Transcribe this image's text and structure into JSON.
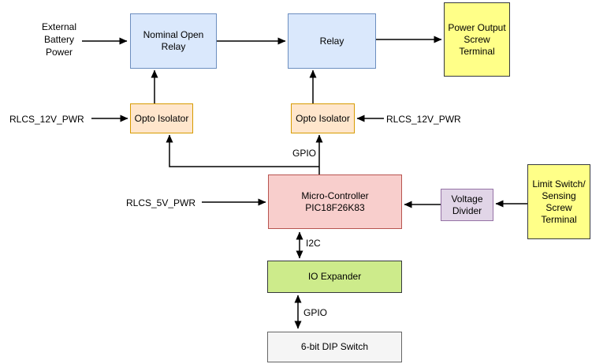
{
  "diagram": {
    "nodes": {
      "nominal_open_relay": {
        "lines": [
          "Nominal Open",
          "Relay"
        ],
        "fill": "#dae8fc",
        "stroke": "#6c8ebf"
      },
      "relay": {
        "lines": [
          "Relay"
        ],
        "fill": "#dae8fc",
        "stroke": "#6c8ebf"
      },
      "power_output_terminal": {
        "lines": [
          "Power Output",
          "Screw",
          "Terminal"
        ],
        "fill": "#ffff88",
        "stroke": "#36393d"
      },
      "opto_isolator_1": {
        "lines": [
          "Opto Isolator"
        ],
        "fill": "#ffe6cc",
        "stroke": "#d79b00"
      },
      "opto_isolator_2": {
        "lines": [
          "Opto Isolator"
        ],
        "fill": "#ffe6cc",
        "stroke": "#d79b00"
      },
      "micro_controller": {
        "lines": [
          "Micro-Controller",
          "PIC18F26K83"
        ],
        "fill": "#f8cecc",
        "stroke": "#b85450"
      },
      "voltage_divider": {
        "lines": [
          "Voltage",
          "Divider"
        ],
        "fill": "#e1d5e7",
        "stroke": "#9673a6"
      },
      "limit_switch_terminal": {
        "lines": [
          "Limit Switch/",
          "Sensing",
          "Screw",
          "Terminal"
        ],
        "fill": "#ffff88",
        "stroke": "#36393d"
      },
      "io_expander": {
        "lines": [
          "IO Expander"
        ],
        "fill": "#cdeb8b",
        "stroke": "#36393d"
      },
      "dip_switch": {
        "lines": [
          "6-bit DIP Switch"
        ],
        "fill": "#f5f5f5",
        "stroke": "#666666"
      }
    },
    "wire_labels": {
      "external_battery_power": {
        "lines": [
          "External",
          "Battery",
          "Power"
        ]
      },
      "rlcs_12v_left": "RLCS_12V_PWR",
      "rlcs_12v_right": "RLCS_12V_PWR",
      "gpio_top": "GPIO",
      "rlcs_5v": "RLCS_5V_PWR",
      "i2c": "I2C",
      "gpio_bottom": "GPIO"
    },
    "connections": [
      {
        "from": "External Battery Power",
        "to": "Nominal Open Relay",
        "direction": "right"
      },
      {
        "from": "Nominal Open Relay",
        "to": "Relay",
        "direction": "right"
      },
      {
        "from": "Relay",
        "to": "Power Output Screw Terminal",
        "direction": "right"
      },
      {
        "from": "RLCS_12V_PWR",
        "to": "Opto Isolator (left)",
        "direction": "right"
      },
      {
        "from": "Opto Isolator (left)",
        "to": "Nominal Open Relay",
        "direction": "up"
      },
      {
        "from": "RLCS_12V_PWR",
        "to": "Opto Isolator (right)",
        "direction": "left"
      },
      {
        "from": "Opto Isolator (right)",
        "to": "Relay",
        "direction": "up"
      },
      {
        "from": "Micro-Controller GPIO",
        "to": "Opto Isolator (left) and Opto Isolator (right)",
        "direction": "up"
      },
      {
        "from": "RLCS_5V_PWR",
        "to": "Micro-Controller PIC18F26K83",
        "direction": "right"
      },
      {
        "from": "Voltage Divider",
        "to": "Micro-Controller PIC18F26K83",
        "direction": "left"
      },
      {
        "from": "Limit Switch/Sensing Screw Terminal",
        "to": "Voltage Divider",
        "direction": "left"
      },
      {
        "from": "Micro-Controller PIC18F26K83",
        "to": "IO Expander",
        "label": "I2C",
        "direction": "both"
      },
      {
        "from": "IO Expander",
        "to": "6-bit DIP Switch",
        "label": "GPIO",
        "direction": "both"
      }
    ],
    "wire_color": "#000000"
  }
}
